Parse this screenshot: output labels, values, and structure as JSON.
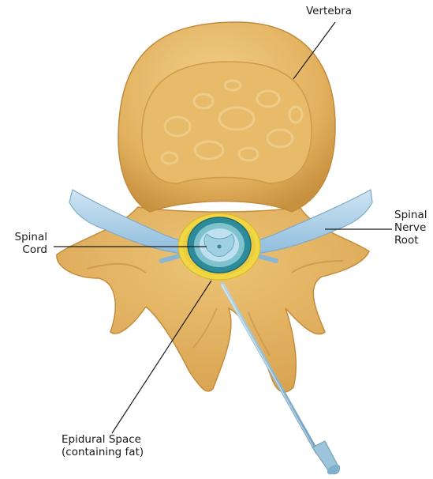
{
  "labels": {
    "vertebra": "Vertebra",
    "spinal_cord": [
      "Spinal",
      "Cord"
    ],
    "spinal_nerve_root": [
      "Spinal",
      "Nerve",
      "Root"
    ],
    "epidural_space": [
      "Epidural Space",
      "(containing fat)"
    ]
  },
  "colors": {
    "bone": "#e2b15e",
    "bone_shadow": "#c8913f",
    "bone_highlight": "#f1cf84",
    "nerve": "#a9cde6",
    "cord_ring": "#2e8c9a",
    "cord_inner": "#bfe0f0",
    "fat": "#f1d744",
    "needle": "#8fb9d2",
    "leader_line": "#1a1a1a"
  }
}
